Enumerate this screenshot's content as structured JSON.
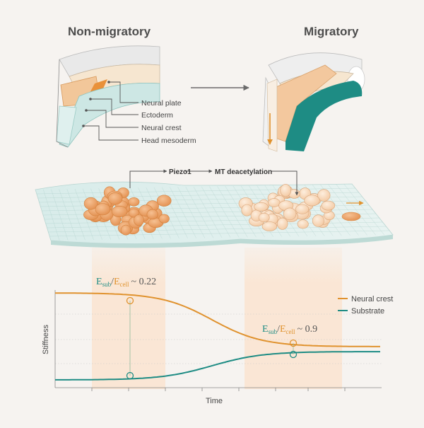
{
  "headings": {
    "left": "Non-migratory",
    "right": "Migratory"
  },
  "tissue_labels": [
    "Neural plate",
    "Ectoderm",
    "Neural crest",
    "Head mesoderm"
  ],
  "pathway": {
    "step1": "Piezo1",
    "step2": "MT deacetylation"
  },
  "graph": {
    "xlabel": "Time",
    "ylabel": "Stiffness",
    "ratio_left": {
      "E": "E",
      "sub": "sub",
      "slash": "/",
      "cell": "cell",
      "value": "~ 0.22"
    },
    "ratio_right": {
      "E": "E",
      "sub": "sub",
      "slash": "/",
      "cell": "cell",
      "value": "~ 0.9"
    }
  },
  "chart_data": {
    "type": "line",
    "xlabel": "Time",
    "ylabel": "Stiffness",
    "series": [
      {
        "name": "Neural crest",
        "color": "#e0922e"
      },
      {
        "name": "Substrate",
        "color": "#1e8c84"
      }
    ]
  },
  "colors": {
    "orange": "#e0922e",
    "teal": "#1e8c84",
    "background": "#f6f3f0",
    "band": "#fbe6d2"
  }
}
